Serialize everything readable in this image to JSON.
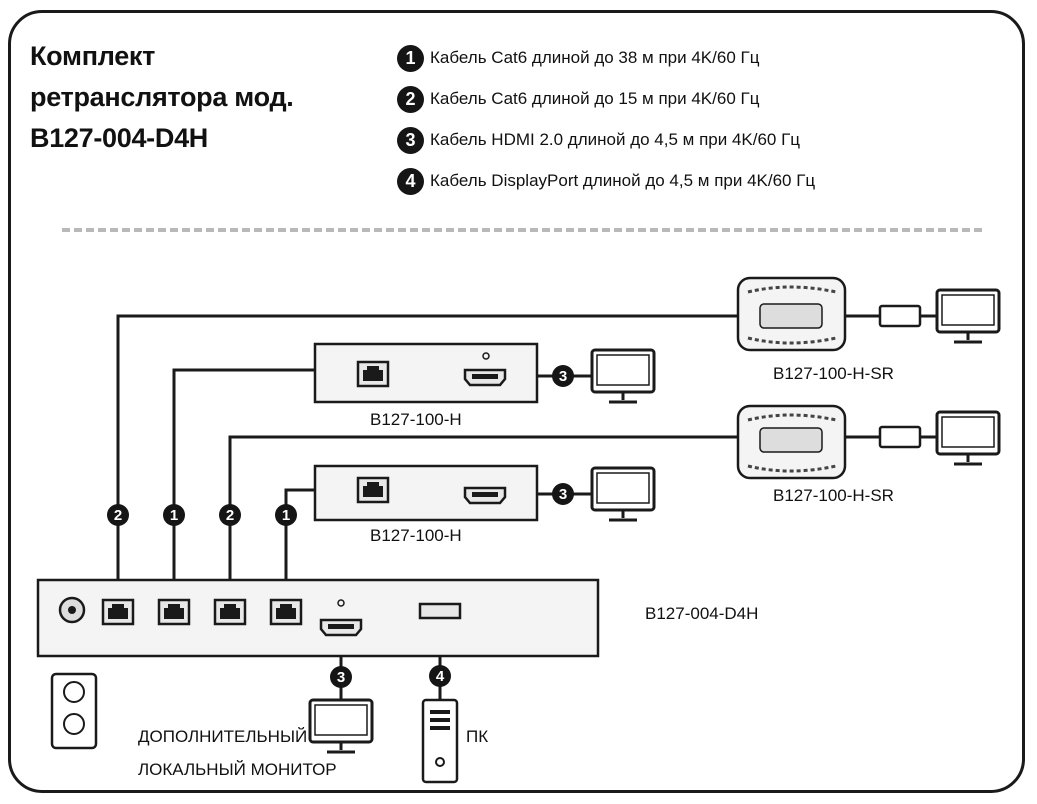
{
  "title_lines": [
    "Комплект",
    "ретранслятора мод.",
    "B127-004-D4H"
  ],
  "legend": [
    {
      "num": "1",
      "text": "Кабель Cat6 длиной до 38 м при 4K/60 Гц"
    },
    {
      "num": "2",
      "text": "Кабель Cat6 длиной до 15 м при 4K/60 Гц"
    },
    {
      "num": "3",
      "text": "Кабель HDMI 2.0 длиной до 4,5 м при 4K/60 Гц"
    },
    {
      "num": "4",
      "text": "Кабель DisplayPort длиной до 4,5 м при 4K/60 Гц"
    }
  ],
  "devices": {
    "sr_top": "B127-100-H-SR",
    "h_top": "B127-100-H",
    "sr_bottom": "B127-100-H-SR",
    "h_bottom": "B127-100-H",
    "main": "B127-004-D4H"
  },
  "labels": {
    "monitor_line1": "ДОПОЛНИТЕЛЬНЫЙ",
    "monitor_line2": "ЛОКАЛЬНЫЙ МОНИТОР",
    "pc": "ПК"
  },
  "cable_badges": {
    "out4": "2",
    "out3": "1",
    "out2": "2",
    "out1": "1",
    "h_top_hdmi": "3",
    "h_bottom_hdmi": "3",
    "local_hdmi": "3",
    "dp": "4"
  },
  "colors": {
    "line": "#1a1a1a",
    "device_fill": "#f4f4f4",
    "port_fill": "#e8e8e8"
  }
}
